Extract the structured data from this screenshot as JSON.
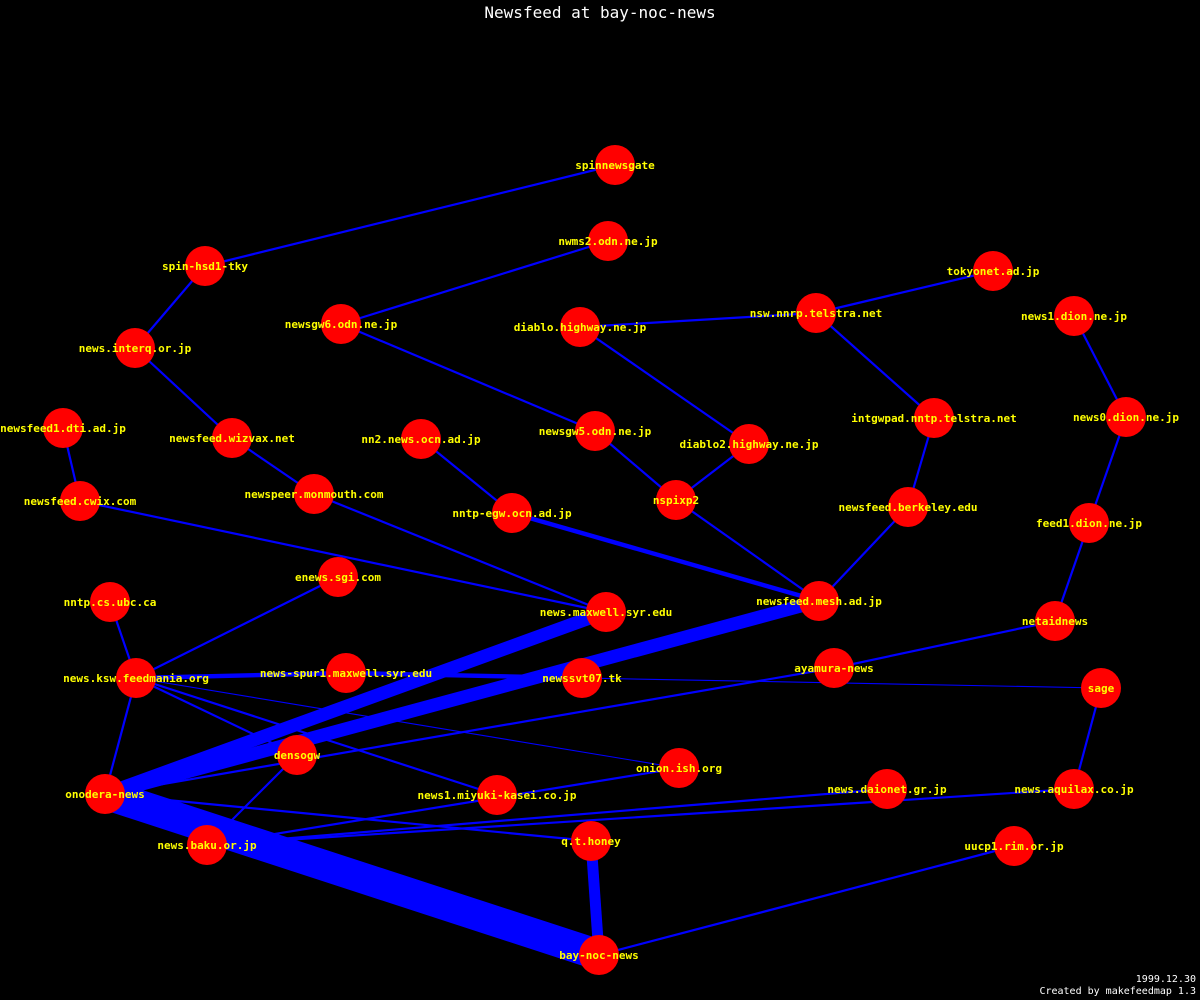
{
  "title": "Newsfeed at bay-noc-news",
  "footer": {
    "date": "1999.12.30",
    "credit": "Created by makefeedmap 1.3"
  },
  "colors": {
    "background": "#000000",
    "node": "#ff0000",
    "edge": "#0000ff",
    "label": "#ffff00",
    "text": "#ffffff"
  },
  "nodes": [
    {
      "id": "spinnewsgate",
      "label": "spinnewsgate"
    },
    {
      "id": "nwms2",
      "label": "nwms2.odn.ne.jp"
    },
    {
      "id": "spin-hsd1",
      "label": "spin-hsd1-tky"
    },
    {
      "id": "tokyonet",
      "label": "tokyonet.ad.jp"
    },
    {
      "id": "nsw-nnrp",
      "label": "nsw.nnrp.telstra.net"
    },
    {
      "id": "news1-dion",
      "label": "news1.dion.ne.jp"
    },
    {
      "id": "newsgw6",
      "label": "newsgw6.odn.ne.jp"
    },
    {
      "id": "diablo",
      "label": "diablo.highway.ne.jp"
    },
    {
      "id": "interq",
      "label": "news.interq.or.jp"
    },
    {
      "id": "intgwpad",
      "label": "intgwpad.nntp.telstra.net"
    },
    {
      "id": "news0-dion",
      "label": "news0.dion.ne.jp"
    },
    {
      "id": "dti",
      "label": "newsfeed1.dti.ad.jp"
    },
    {
      "id": "wizvax",
      "label": "newsfeed.wizvax.net"
    },
    {
      "id": "nn2-ocn",
      "label": "nn2.news.ocn.ad.jp"
    },
    {
      "id": "newsgw5",
      "label": "newsgw5.odn.ne.jp"
    },
    {
      "id": "diablo2",
      "label": "diablo2.highway.ne.jp"
    },
    {
      "id": "cwix",
      "label": "newsfeed.cwix.com"
    },
    {
      "id": "monmouth",
      "label": "newspeer.monmouth.com"
    },
    {
      "id": "nntp-egw",
      "label": "nntp-egw.ocn.ad.jp"
    },
    {
      "id": "nspixp2",
      "label": "nspixp2"
    },
    {
      "id": "berkeley",
      "label": "newsfeed.berkeley.edu"
    },
    {
      "id": "feed1-dion",
      "label": "feed1.dion.ne.jp"
    },
    {
      "id": "enews-sgi",
      "label": "enews.sgi.com"
    },
    {
      "id": "ubc",
      "label": "nntp.cs.ubc.ca"
    },
    {
      "id": "maxwell",
      "label": "news.maxwell.syr.edu"
    },
    {
      "id": "mesh",
      "label": "newsfeed.mesh.ad.jp"
    },
    {
      "id": "netaidnews",
      "label": "netaidnews"
    },
    {
      "id": "ksw",
      "label": "news.ksw.feedmania.org"
    },
    {
      "id": "spur1",
      "label": "news-spur1.maxwell.syr.edu"
    },
    {
      "id": "newssvt07",
      "label": "newssvt07.tk"
    },
    {
      "id": "ayamura",
      "label": "ayamura-news"
    },
    {
      "id": "sage",
      "label": "sage"
    },
    {
      "id": "densogw",
      "label": "densogw"
    },
    {
      "id": "onion",
      "label": "onion.ish.org"
    },
    {
      "id": "onodera",
      "label": "onodera-news"
    },
    {
      "id": "miyuki",
      "label": "news1.miyuki-kasei.co.jp"
    },
    {
      "id": "daionet",
      "label": "news.daionet.gr.jp"
    },
    {
      "id": "aquilax",
      "label": "news.aquilax.co.jp"
    },
    {
      "id": "baku",
      "label": "news.baku.or.jp"
    },
    {
      "id": "q-t-honey",
      "label": "q.t.honey"
    },
    {
      "id": "uucp1",
      "label": "uucp1.rim.or.jp"
    },
    {
      "id": "bay-noc",
      "label": "bay-noc-news"
    }
  ],
  "edges": [
    {
      "from": "spinnewsgate",
      "to": "spin-hsd1",
      "weight": 1
    },
    {
      "from": "spin-hsd1",
      "to": "interq",
      "weight": 1
    },
    {
      "from": "interq",
      "to": "wizvax",
      "weight": 1
    },
    {
      "from": "wizvax",
      "to": "monmouth",
      "weight": 1
    },
    {
      "from": "monmouth",
      "to": "maxwell",
      "weight": 1
    },
    {
      "from": "nwms2",
      "to": "newsgw6",
      "weight": 1
    },
    {
      "from": "newsgw6",
      "to": "newsgw5",
      "weight": 1
    },
    {
      "from": "newsgw5",
      "to": "nspixp2",
      "weight": 1
    },
    {
      "from": "tokyonet",
      "to": "nsw-nnrp",
      "weight": 1
    },
    {
      "from": "nsw-nnrp",
      "to": "diablo",
      "weight": 1
    },
    {
      "from": "diablo",
      "to": "diablo2",
      "weight": 1
    },
    {
      "from": "diablo2",
      "to": "nspixp2",
      "weight": 1
    },
    {
      "from": "nspixp2",
      "to": "mesh",
      "weight": 1
    },
    {
      "from": "nsw-nnrp",
      "to": "intgwpad",
      "weight": 1
    },
    {
      "from": "intgwpad",
      "to": "berkeley",
      "weight": 1
    },
    {
      "from": "berkeley",
      "to": "mesh",
      "weight": 1
    },
    {
      "from": "news1-dion",
      "to": "news0-dion",
      "weight": 1
    },
    {
      "from": "news0-dion",
      "to": "feed1-dion",
      "weight": 1
    },
    {
      "from": "feed1-dion",
      "to": "netaidnews",
      "weight": 1
    },
    {
      "from": "netaidnews",
      "to": "ayamura",
      "weight": 1
    },
    {
      "from": "dti",
      "to": "cwix",
      "weight": 1
    },
    {
      "from": "cwix",
      "to": "maxwell",
      "weight": 1
    },
    {
      "from": "nn2-ocn",
      "to": "nntp-egw",
      "weight": 1
    },
    {
      "from": "nntp-egw",
      "to": "mesh",
      "weight": 2
    },
    {
      "from": "ubc",
      "to": "ksw",
      "weight": 1
    },
    {
      "from": "enews-sgi",
      "to": "ksw",
      "weight": 1
    },
    {
      "from": "ksw",
      "to": "spur1",
      "weight": 2
    },
    {
      "from": "spur1",
      "to": "newssvt07",
      "weight": 2
    },
    {
      "from": "newssvt07",
      "to": "sage",
      "weight": 0.5
    },
    {
      "from": "ksw",
      "to": "onion",
      "weight": 0.5
    },
    {
      "from": "ksw",
      "to": "miyuki",
      "weight": 1
    },
    {
      "from": "ksw",
      "to": "densogw",
      "weight": 1
    },
    {
      "from": "ksw",
      "to": "onodera",
      "weight": 1
    },
    {
      "from": "maxwell",
      "to": "onodera",
      "weight": 6
    },
    {
      "from": "mesh",
      "to": "onodera",
      "weight": 6
    },
    {
      "from": "ayamura",
      "to": "onodera",
      "weight": 1
    },
    {
      "from": "densogw",
      "to": "baku",
      "weight": 1
    },
    {
      "from": "onion",
      "to": "baku",
      "weight": 1
    },
    {
      "from": "daionet",
      "to": "baku",
      "weight": 1
    },
    {
      "from": "aquilax",
      "to": "baku",
      "weight": 1
    },
    {
      "from": "sage",
      "to": "aquilax",
      "weight": 1
    },
    {
      "from": "onodera",
      "to": "q-t-honey",
      "weight": 1
    },
    {
      "from": "q-t-honey",
      "to": "bay-noc",
      "weight": 5
    },
    {
      "from": "onodera",
      "to": "bay-noc",
      "weight": 14
    },
    {
      "from": "uucp1",
      "to": "bay-noc",
      "weight": 1
    }
  ]
}
